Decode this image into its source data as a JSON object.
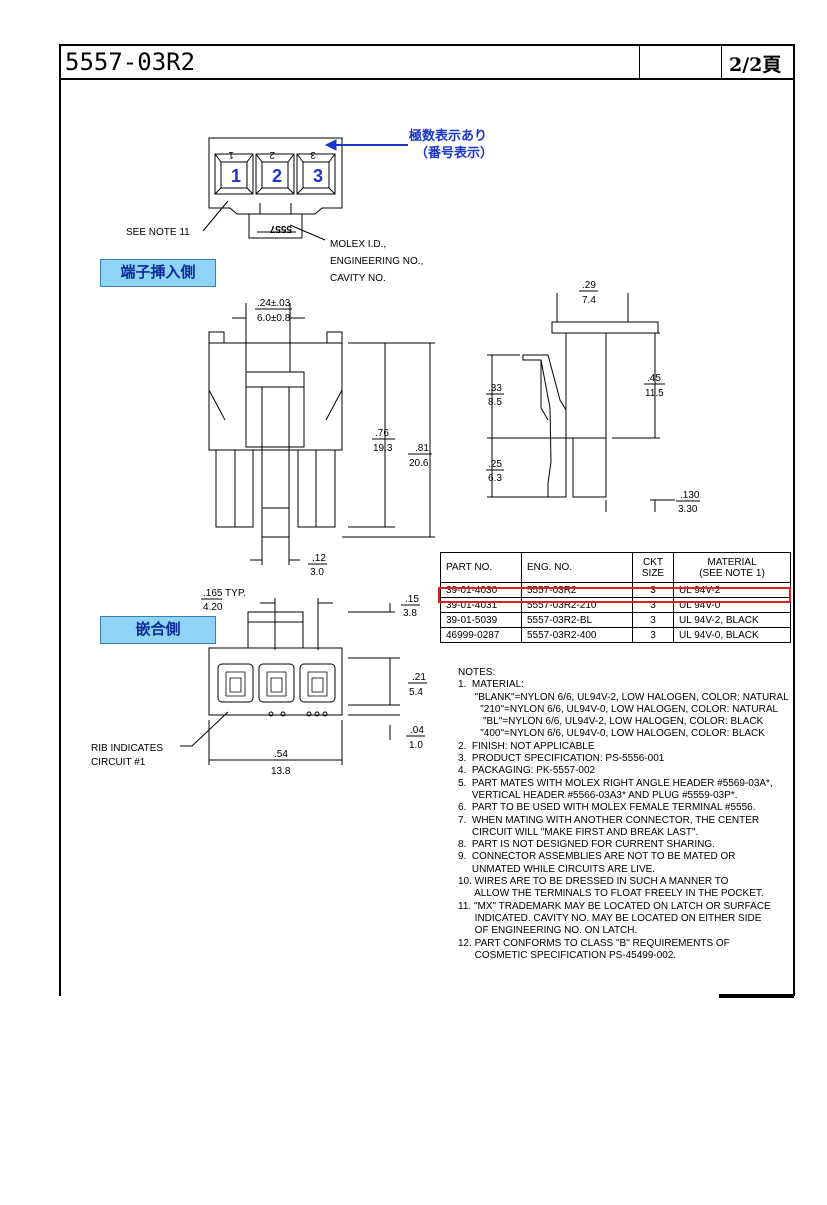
{
  "header": {
    "title": "5557-03R2",
    "page": "2/2頁"
  },
  "badges": {
    "terminal_side": "端子挿入側",
    "mating_side": "嵌合側"
  },
  "callout_cjk": {
    "line1": "極数表示あり",
    "line2": "（番号表示）"
  },
  "cavity_numbers": [
    "1",
    "2",
    "3"
  ],
  "latch_marking": "5557",
  "labels": {
    "see_note": "SEE NOTE 11",
    "molex_id": [
      "MOLEX I.D.,",
      "ENGINEERING NO.,",
      "CAVITY NO."
    ],
    "rib": [
      "RIB INDICATES",
      "CIRCUIT #1"
    ]
  },
  "dimensions": {
    "d1": [
      ".24±.03",
      "6.0±0.8"
    ],
    "d2": [
      ".76",
      "19.3"
    ],
    "d3": [
      ".81",
      "20.6"
    ],
    "d4": [
      ".12",
      "3.0"
    ],
    "d5": [
      ".29",
      "7.4"
    ],
    "d6": [
      ".33",
      "8.5"
    ],
    "d7": [
      ".45",
      "11.5"
    ],
    "d8": [
      ".25",
      "6.3"
    ],
    "d9": [
      ".130",
      "3.30"
    ],
    "d10": [
      ".165 TYP.",
      "4.20"
    ],
    "d11": [
      ".15",
      "3.8"
    ],
    "d12": [
      ".21",
      "5.4"
    ],
    "d13": [
      ".04",
      "1.0"
    ],
    "d14": [
      ".54",
      "13.8"
    ]
  },
  "parts_table": {
    "headers": [
      "PART NO.",
      "ENG. NO.",
      "CKT\nSIZE",
      "MATERIAL\n(SEE NOTE 1)"
    ],
    "rows": [
      [
        "39-01-4030",
        "5557-03R2",
        "3",
        "UL 94V-2"
      ],
      [
        "39-01-4031",
        "5557-03R2-210",
        "3",
        "UL 94V-0"
      ],
      [
        "39-01-5039",
        "5557-03R2-BL",
        "3",
        "UL 94V-2, BLACK"
      ],
      [
        "46999-0287",
        "5557-03R2-400",
        "3",
        "UL 94V-0, BLACK"
      ]
    ],
    "highlighted_row": 0,
    "highlight_color": "#e02020"
  },
  "notes": [
    "NOTES:",
    "1.  MATERIAL:",
    "      \"BLANK\"=NYLON 6/6, UL94V-2, LOW HALOGEN, COLOR: NATURAL",
    "        \"210\"=NYLON 6/6, UL94V-0, LOW HALOGEN, COLOR: NATURAL",
    "         \"BL\"=NYLON 6/6, UL94V-2, LOW HALOGEN, COLOR: BLACK",
    "        \"400\"=NYLON 6/6, UL94V-0, LOW HALOGEN, COLOR: BLACK",
    "2.  FINISH: NOT APPLICABLE",
    "3.  PRODUCT SPECIFICATION: PS-5556-001",
    "4.  PACKAGING: PK-5557-002",
    "5.  PART MATES WITH MOLEX RIGHT ANGLE HEADER #5569-03A*,",
    "     VERTICAL HEADER #5566-03A3* AND PLUG #5559-03P*.",
    "6.  PART TO BE USED WITH MOLEX FEMALE TERMINAL #5556.",
    "7.  WHEN MATING WITH ANOTHER CONNECTOR, THE CENTER",
    "     CIRCUIT WILL \"MAKE FIRST AND BREAK LAST\".",
    "8.  PART IS NOT DESIGNED FOR CURRENT SHARING.",
    "9.  CONNECTOR ASSEMBLIES ARE NOT TO BE MATED OR",
    "     UNMATED WHILE CIRCUITS ARE LIVE.",
    "10. WIRES ARE TO BE DRESSED IN SUCH A MANNER TO",
    "      ALLOW THE TERMINALS TO FLOAT FREELY IN THE POCKET.",
    "11. \"MX\" TRADEMARK MAY BE LOCATED ON LATCH OR SURFACE",
    "      INDICATED. CAVITY NO. MAY BE LOCATED ON EITHER SIDE",
    "      OF ENGINEERING NO. ON LATCH.",
    "12. PART CONFORMS TO CLASS \"B\" REQUIREMENTS OF",
    "      COSMETIC SPECIFICATION PS-45499-002."
  ]
}
